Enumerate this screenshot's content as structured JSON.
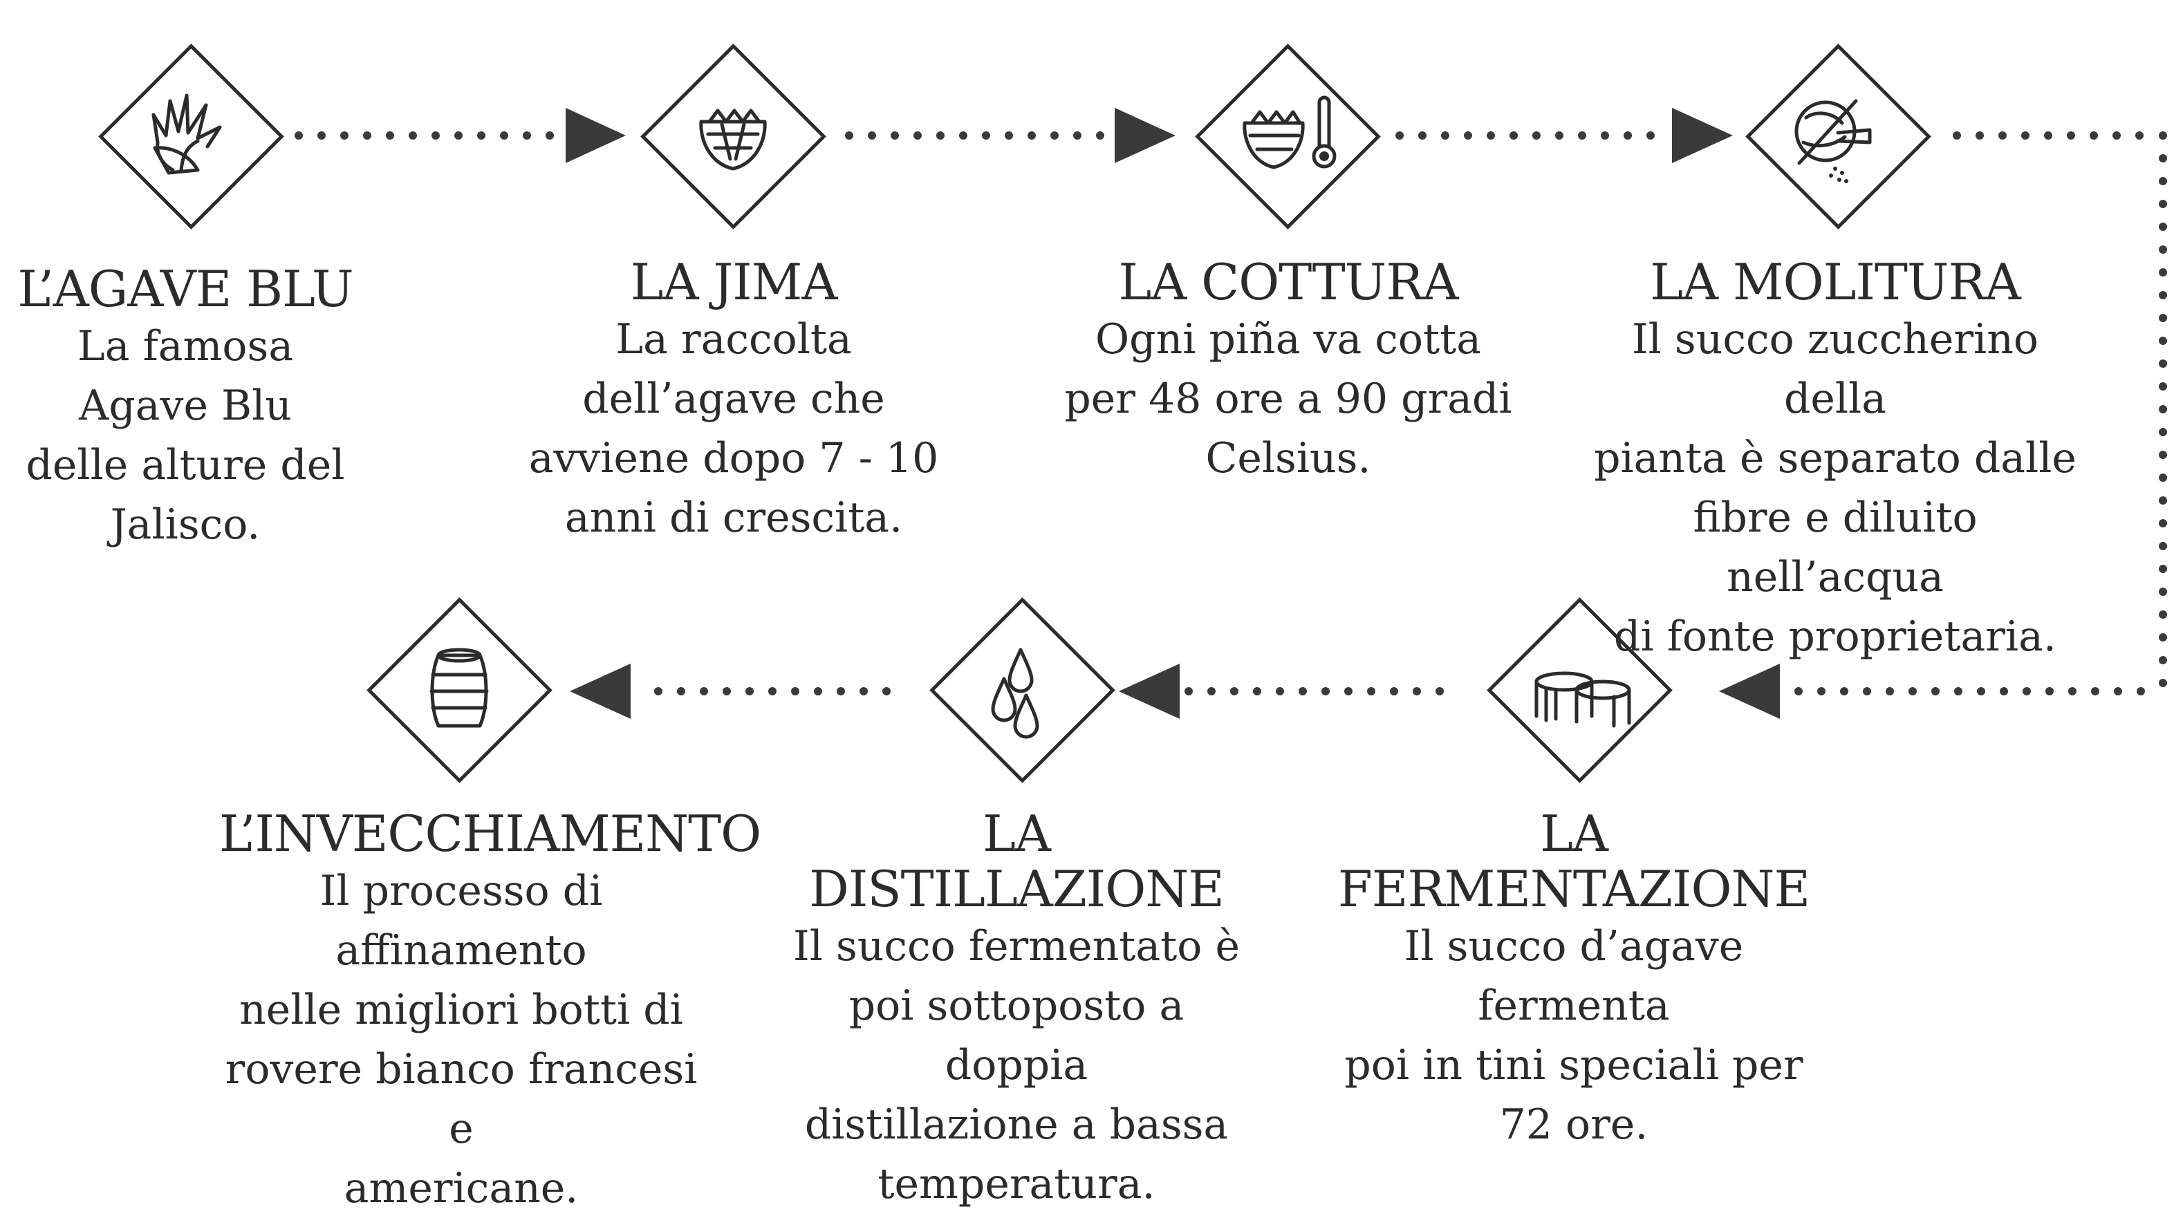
{
  "steps": [
    {
      "id": "agave-blu",
      "title": "L’AGAVE BLU",
      "lines": [
        "La famosa",
        "Agave Blu",
        "delle alture del",
        "Jalisco."
      ],
      "icon": "agave-plant-icon"
    },
    {
      "id": "jima",
      "title": "LA JIMA",
      "lines": [
        "La raccolta",
        "dell’agave che",
        "avviene dopo 7 - 10",
        "anni di crescita."
      ],
      "icon": "agave-pina-icon"
    },
    {
      "id": "cottura",
      "title": "LA COTTURA",
      "lines": [
        "Ogni piña va cotta",
        "per 48 ore a 90 gradi",
        "Celsius."
      ],
      "icon": "pina-thermometer-icon"
    },
    {
      "id": "molitura",
      "title": "LA MOLITURA",
      "lines": [
        "Il succo zuccherino della",
        "pianta è separato dalle",
        "fibre e diluito nell’acqua",
        "di fonte proprietaria."
      ],
      "icon": "mill-icon"
    },
    {
      "id": "fermentazione",
      "title": "LA FERMENTAZIONE",
      "lines": [
        "Il succo d’agave fermenta",
        "poi in tini speciali per",
        "72 ore."
      ],
      "icon": "vats-icon"
    },
    {
      "id": "distillazione",
      "title": "LA DISTILLAZIONE",
      "lines": [
        "Il succo fermentato è",
        "poi sottoposto a doppia",
        "distillazione a bassa",
        "temperatura."
      ],
      "icon": "droplets-icon"
    },
    {
      "id": "invecchiamento",
      "title": "L’INVECCHIAMENTO",
      "lines": [
        "Il processo di affinamento",
        "nelle migliori botti di",
        "rovere bianco francesi e",
        "americane."
      ],
      "icon": "barrel-icon"
    }
  ]
}
